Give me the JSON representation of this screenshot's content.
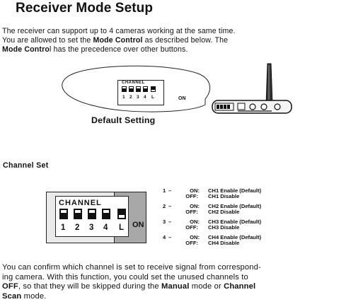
{
  "title": "Receiver Mode Setup",
  "intro": {
    "line1": "The receiver can support up to 4 cameras working at the same time.",
    "line2_a": "You are allowed to set the ",
    "line2_b": "Mode Control",
    "line2_c": " as described below. The",
    "line3_a": "Mode Contro",
    "line3_b": "l has the precedence over other buttons."
  },
  "default_setting": {
    "caption": "Default Setting",
    "channel_label": "CHANNEL",
    "switch_labels": [
      "1",
      "2",
      "3",
      "4",
      "L"
    ],
    "on_label": "ON"
  },
  "channel_set": {
    "heading": "Channel Set",
    "channel_label": "CHANNEL",
    "switch_labels": [
      "1",
      "2",
      "3",
      "4",
      "L"
    ],
    "on_label": "ON",
    "legend": [
      {
        "num": "1",
        "on_state": "ON:",
        "on_desc": "CH1 Enable (Default)",
        "off_state": "OFF:",
        "off_desc": "CH1 Disable"
      },
      {
        "num": "2",
        "on_state": "ON:",
        "on_desc": "CH2 Enable (Default)",
        "off_state": "OFF:",
        "off_desc": "CH2 Disable"
      },
      {
        "num": "3",
        "on_state": "ON:",
        "on_desc": "CH3 Enable (Default)",
        "off_state": "OFF:",
        "off_desc": "CH3 Disable"
      },
      {
        "num": "4",
        "on_state": "ON:",
        "on_desc": "CH4 Enable (Default)",
        "off_state": "OFF:",
        "off_desc": "CH4 Disable"
      }
    ]
  },
  "closing": {
    "line1": "You can confirm which channel is set to receive signal from correspond-",
    "line2": "ing camera. With this function, you could set the unused channels to",
    "line3_a": "OFF",
    "line3_b": ", so that they will be skipped during the ",
    "line3_c": "Manual",
    "line3_d": " mode or ",
    "line3_e": "Channel",
    "line4_a": "Scan",
    "line4_b": " mode."
  }
}
